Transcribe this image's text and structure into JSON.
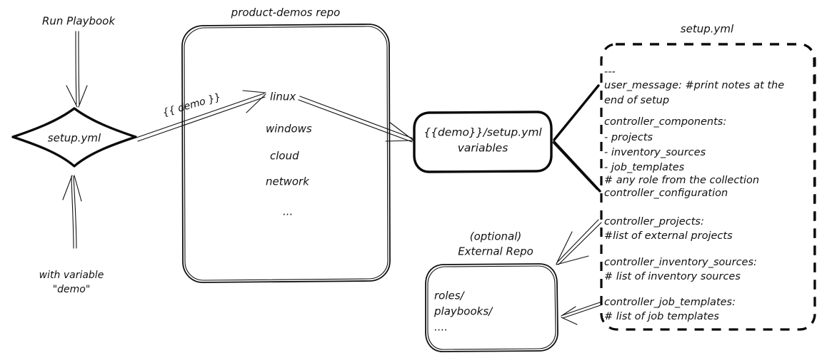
{
  "diagram": {
    "title": "Ansible product-demos setup.yml flow",
    "colors": {
      "ink": "#111111",
      "background": "#ffffff"
    },
    "nodes": {
      "run_playbook_label": "Run Playbook",
      "with_variable_line1": "with variable",
      "with_variable_line2": "\"demo\"",
      "setup_diamond_label": "setup.yml",
      "repo_title": "product-demos repo",
      "repo_items": [
        "linux",
        "windows",
        "cloud",
        "network",
        "..."
      ],
      "demo_edge_label": "{{ demo }}",
      "variables_box_line1": "{{demo}}/setup.yml",
      "variables_box_line2": "variables",
      "external_repo_title_line1": "(optional)",
      "external_repo_title_line2": "External Repo",
      "external_repo_items": [
        "roles/",
        "playbooks/",
        "...."
      ],
      "setup_yml_panel_title": "setup.yml",
      "setup_yml_panel_lines": [
        "---",
        "user_message: #print notes at the",
        "       end of setup",
        "",
        "controller_components:",
        "   - projects",
        "   - inventory_sources",
        "   - job_templates",
        "   # any role from the collection",
        "        controller_configuration",
        "",
        "controller_projects:",
        "   #list of external projects",
        "",
        "controller_inventory_sources:",
        "   # list of inventory sources",
        "",
        "controller_job_templates:",
        "   # list of job templates"
      ]
    }
  }
}
